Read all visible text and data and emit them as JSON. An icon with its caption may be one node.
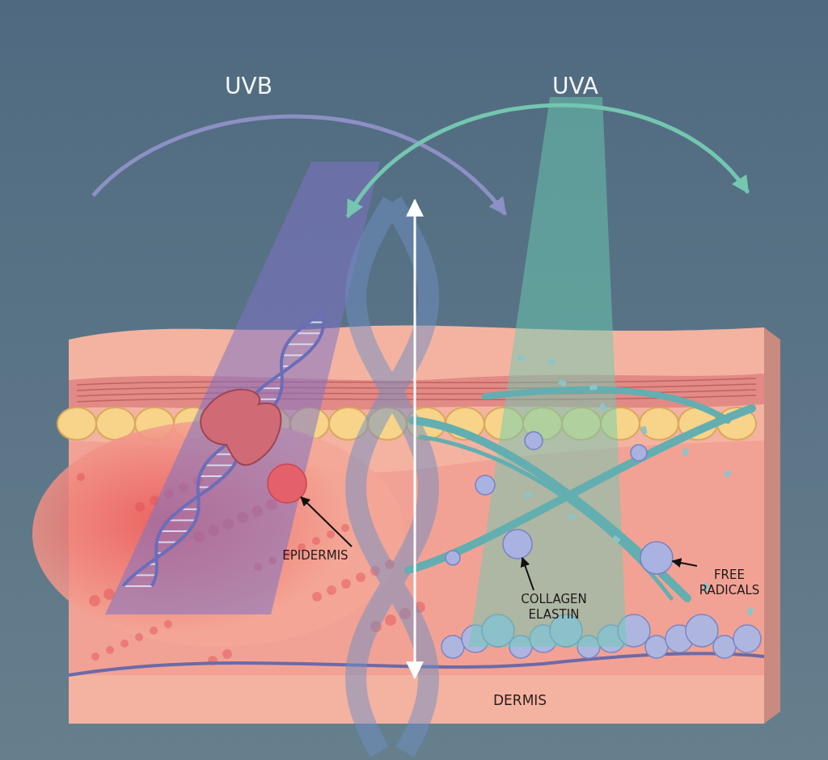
{
  "diagram": {
    "nodes": [
      {
        "text": [
          "EPIDERMIS"
        ]
      },
      {
        "text": [
          "COLLAGEN ELASTIN"
        ]
      },
      {
        "text": [
          "FREE RADICALS"
        ]
      },
      {
        "text": [],
        "shape": "circle"
      },
      {
        "text": [],
        "shape": "circle"
      },
      {
        "text": [],
        "shape": "circle"
      }
    ],
    "edges": [
      {
        "from": 0,
        "to": 3,
        "arrow": "to"
      },
      {
        "from": 1,
        "to": 4,
        "arrow": "to"
      },
      {
        "from": 2,
        "to": 5,
        "arrow": "to"
      }
    ],
    "labels": [
      "UVB",
      "UVA",
      "DERMIS"
    ]
  }
}
